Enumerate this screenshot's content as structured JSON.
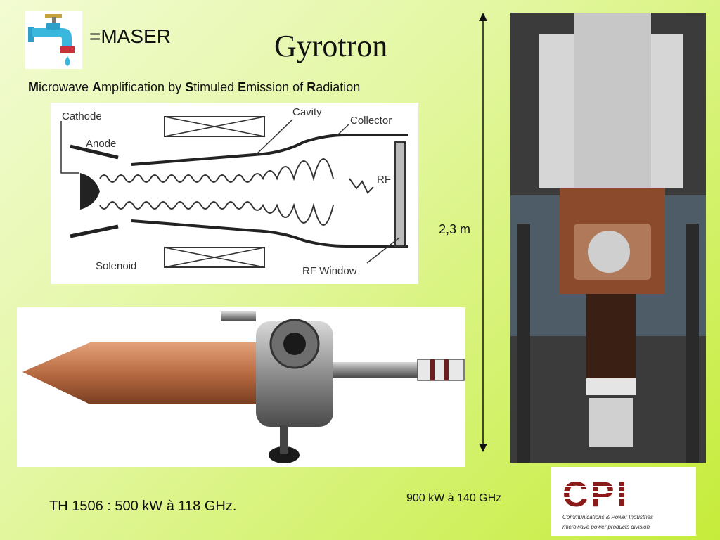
{
  "header": {
    "maser_label": "=MASER",
    "title": "Gyrotron"
  },
  "acronym": {
    "parts": [
      {
        "initial": "M",
        "rest": "icrowave "
      },
      {
        "initial": "A",
        "rest": "mplification by "
      },
      {
        "initial": "S",
        "rest": "timuled "
      },
      {
        "initial": "E",
        "rest": "mission of "
      },
      {
        "initial": "R",
        "rest": "adiation"
      }
    ]
  },
  "diagram": {
    "labels": {
      "cathode": "Cathode",
      "anode": "Anode",
      "cavity": "Cavity",
      "collector": "Collector",
      "rf": "RF",
      "solenoid": "Solenoid",
      "rf_window": "RF Window"
    }
  },
  "annotations": {
    "height": "2,3 m",
    "power_right": "900 kW à 140 GHz",
    "th_caption": "TH 1506 : 500 kW à 118 GHz."
  },
  "logo": {
    "letters": "CPI",
    "line1": "Communications & Power Industries",
    "line2": "microwave power products division"
  },
  "colors": {
    "background_light": "#f2fbd2",
    "background_dark": "#c6ec3a",
    "logo_red": "#8b1a1a",
    "copper": "#b86b42"
  }
}
